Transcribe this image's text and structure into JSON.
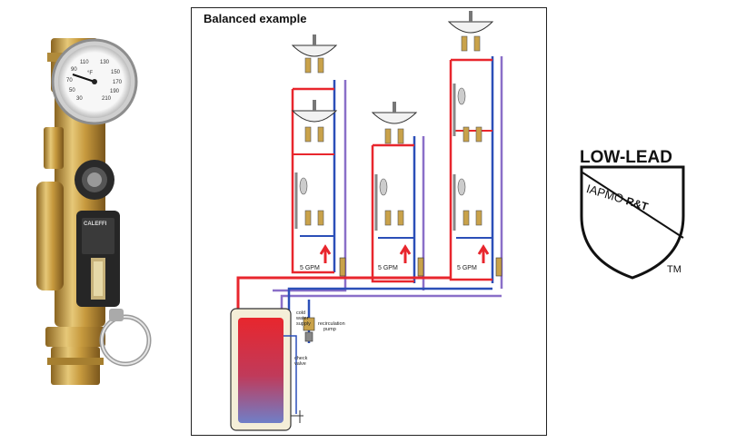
{
  "diagram": {
    "title": "Balanced example",
    "flow_labels": [
      "5 GPM",
      "5 GPM",
      "5 GPM"
    ],
    "tank_labels": {
      "cold_water_supply": [
        "cold",
        "water",
        "supply"
      ],
      "recirculation_pump": [
        "recirculation",
        "pump"
      ],
      "check_valve": [
        "check",
        "valve"
      ]
    }
  },
  "valve_product": {
    "gauge_scale": [
      "50",
      "70",
      "90",
      "110",
      "130",
      "150",
      "170",
      "190",
      "210",
      "°F",
      "30"
    ],
    "brand": "CALEFFI"
  },
  "logo": {
    "title": "LOW-LEAD",
    "shield_text": [
      "I",
      "A",
      "P",
      "M",
      "O",
      "R&T"
    ],
    "trademark": "TM"
  },
  "colors": {
    "hot": "#e8262d",
    "cold": "#2b4fb8",
    "return": "#8a6fc8",
    "brass": "#c9a24a"
  }
}
